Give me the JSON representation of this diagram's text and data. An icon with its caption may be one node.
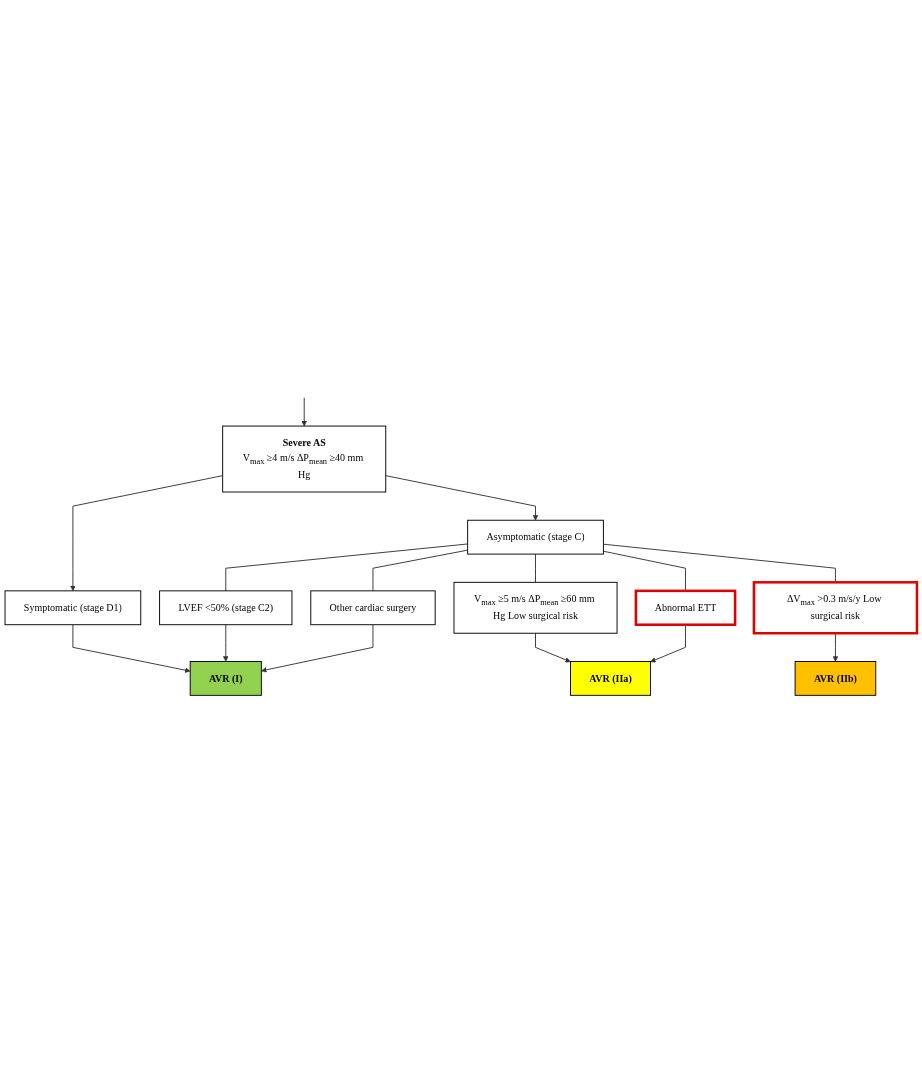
{
  "diagram": {
    "nodes": [
      {
        "text": [
          "Severe AS",
          "V$_{max}$ ≥4 m/s ΔP$_{mean}$ ≥40 mm Hg"
        ]
      },
      {
        "text": [
          "Symptomatic (stage D1)"
        ]
      },
      {
        "text": [
          "Asymptomatic (stage C)"
        ]
      },
      {
        "text": [
          "LVEF <50% (stage C2)"
        ]
      },
      {
        "text": [
          "Other cardiac surgery"
        ]
      },
      {
        "text": [
          "V$_{max}$ ≥5 m/s ΔP$_{mean}$ ≥60 mm Hg Low surgical risk"
        ]
      },
      {
        "text": [
          "Abnormal ETT"
        ]
      },
      {
        "text": [
          "ΔV$_{max}$ >0.3 m/s/y Low surgical risk"
        ]
      },
      {
        "text": [
          "AVR (I)"
        ]
      },
      {
        "text": [
          "AVR (IIa)"
        ]
      },
      {
        "text": [
          "AVR (IIb)"
        ]
      }
    ],
    "edges": [
      {
        "from": null,
        "to": 0,
        "arrow": "to"
      },
      {
        "from": 0,
        "to": 1,
        "arrow": "to"
      },
      {
        "from": 0,
        "to": 2,
        "arrow": "to"
      },
      {
        "from": 1,
        "to": 8,
        "arrow": "to"
      },
      {
        "from": 2,
        "to": 3,
        "arrow": "none"
      },
      {
        "from": 2,
        "to": 4,
        "arrow": "none"
      },
      {
        "from": 2,
        "to": 5,
        "arrow": "none"
      },
      {
        "from": 2,
        "to": 6,
        "arrow": "none"
      },
      {
        "from": 2,
        "to": 7,
        "arrow": "none"
      },
      {
        "from": 3,
        "to": 8,
        "arrow": "to"
      },
      {
        "from": 4,
        "to": 8,
        "arrow": "to"
      },
      {
        "from": 5,
        "to": 9,
        "arrow": "to"
      },
      {
        "from": 6,
        "to": 9,
        "arrow": "to"
      },
      {
        "from": 7,
        "to": 10,
        "arrow": "to"
      }
    ]
  }
}
